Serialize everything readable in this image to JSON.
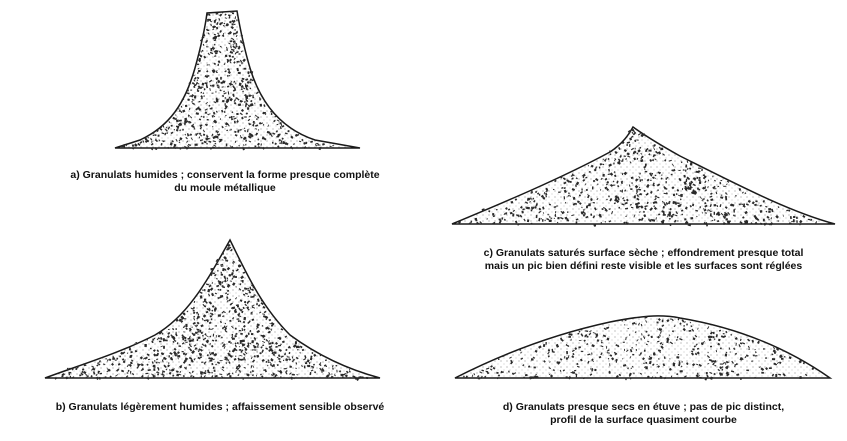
{
  "colors": {
    "outline": "#1a1a1a",
    "fill_texture": "#b5b5b5",
    "speckle": "#2a2a2a",
    "background": "#ffffff"
  },
  "panels": [
    {
      "id": "a",
      "line1": "a) Granulats humides ; conservent la forme presque complète",
      "line2": "du moule métallique"
    },
    {
      "id": "b",
      "line1": "b) Granulats légèrement humides ; affaissement sensible observé",
      "line2": ""
    },
    {
      "id": "c",
      "line1": "c) Granulats saturés surface sèche ; effondrement presque total",
      "line2": "mais un pic bien défini reste visible et les surfaces sont réglées"
    },
    {
      "id": "d",
      "line1": "d) Granulats presque secs en étuve ; pas de pic distinct,",
      "line2": "profil de la surface quasiment courbe"
    }
  ]
}
